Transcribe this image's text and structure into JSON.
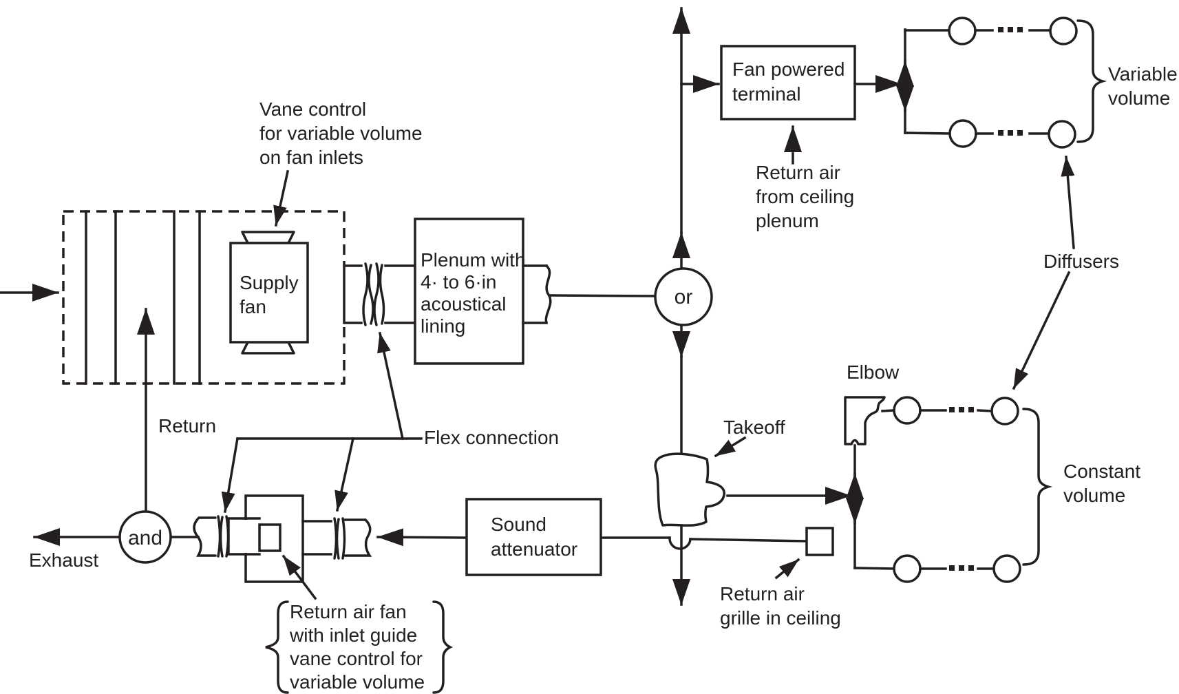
{
  "diagram": {
    "title_hint": "HVAC supply/return duct system schematic",
    "colors": {
      "ink": "#231f20",
      "background": "#ffffff"
    },
    "labels": {
      "vane_control": {
        "l1": "Vane control",
        "l2": "for variable volume",
        "l3": "on fan inlets"
      },
      "supply_fan": {
        "l1": "Supply",
        "l2": "fan"
      },
      "plenum": {
        "l1": "Plenum with",
        "l2": "4· to 6·in",
        "l3": "acoustical",
        "l4": "lining"
      },
      "or_junction": "or",
      "and_junction": "and",
      "fan_powered_terminal": {
        "l1": "Fan powered",
        "l2": "terminal"
      },
      "return_air_plenum": {
        "l1": "Return air",
        "l2": "from ceiling",
        "l3": "plenum"
      },
      "variable_volume": {
        "l1": "Variable",
        "l2": "volume"
      },
      "diffusers": "Diffusers",
      "elbow": "Elbow",
      "takeoff": "Takeoff",
      "constant_volume": {
        "l1": "Constant",
        "l2": "volume"
      },
      "sound_attenuator": {
        "l1": "Sound",
        "l2": "attenuator"
      },
      "return_air_grille": {
        "l1": "Return air",
        "l2": "grille in ceiling"
      },
      "return_duct": "Return",
      "exhaust": "Exhaust",
      "flex_connection": "Flex connection",
      "return_air_fan": {
        "l1": "Return air fan",
        "l2": "with inlet guide",
        "l3": "vane control for",
        "l4": "variable volume"
      }
    }
  }
}
